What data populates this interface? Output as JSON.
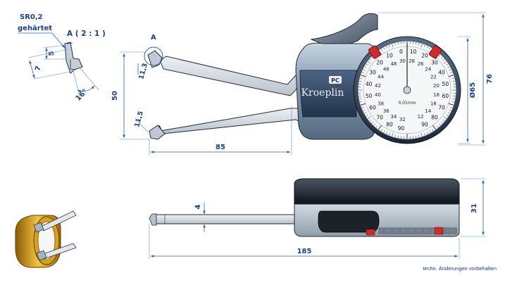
{
  "detail": {
    "radius_label": "SR0,2",
    "hardened_label": "gehärtet",
    "view_label": "A ( 2 : 1 )",
    "dim_5": "5",
    "dim_7": "7",
    "angle": "16°"
  },
  "front_view": {
    "detail_marker": "A",
    "brand": "Kroeplin",
    "logo_badge": "PC",
    "dims": {
      "tip_top": "11,3",
      "tip_bottom": "11,5",
      "height": "50",
      "reach": "85",
      "dial_diameter": "Ø65",
      "total_height": "76"
    }
  },
  "dial": {
    "outer_numbers": [
      "90",
      "80",
      "70",
      "60",
      "50",
      "40",
      "30",
      "20",
      "10",
      "0",
      "10",
      "20",
      "30",
      "40",
      "50",
      "60",
      "70",
      "80",
      "90"
    ],
    "inner_numbers": [
      "32",
      "34",
      "36",
      "38",
      "40",
      "42",
      "44",
      "46",
      "48",
      "30",
      "28",
      "26",
      "24",
      "22",
      "20",
      "18",
      "16",
      "14",
      "12"
    ],
    "resolution": "0,01mm"
  },
  "side_view": {
    "dims": {
      "thickness": "4",
      "length": "185",
      "depth": "31"
    }
  },
  "footer": {
    "note": "techn. Änderungen vorbehalten"
  },
  "colors": {
    "dimension": "#1a3f8a",
    "body_blue": "#3a4f6a",
    "dial_red": "#d12a2a",
    "gold": "#d9a21b"
  }
}
